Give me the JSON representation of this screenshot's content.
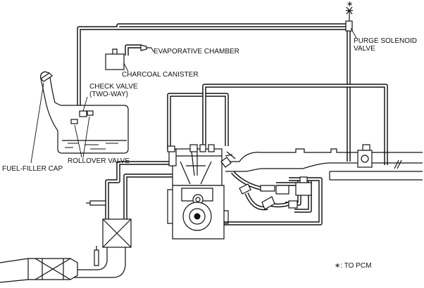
{
  "labels": {
    "evaporative_chamber": "EVAPORATIVE CHAMBER",
    "charcoal_canister": "CHARCOAL CANISTER",
    "check_valve_line1": "CHECK VALVE",
    "check_valve_line2": "(TWO-WAY)",
    "purge_solenoid_line1": "PURGE SOLENOID",
    "purge_solenoid_line2": "VALVE",
    "fuel_filler_cap": "FUEL-FILLER CAP",
    "rollover_valve": "ROLLOVER VALVE",
    "pcm_symbol": "∗",
    "pcm_legend": "∗: TO PCM"
  },
  "colors": {
    "ink": "#111111",
    "background": "#ffffff"
  }
}
